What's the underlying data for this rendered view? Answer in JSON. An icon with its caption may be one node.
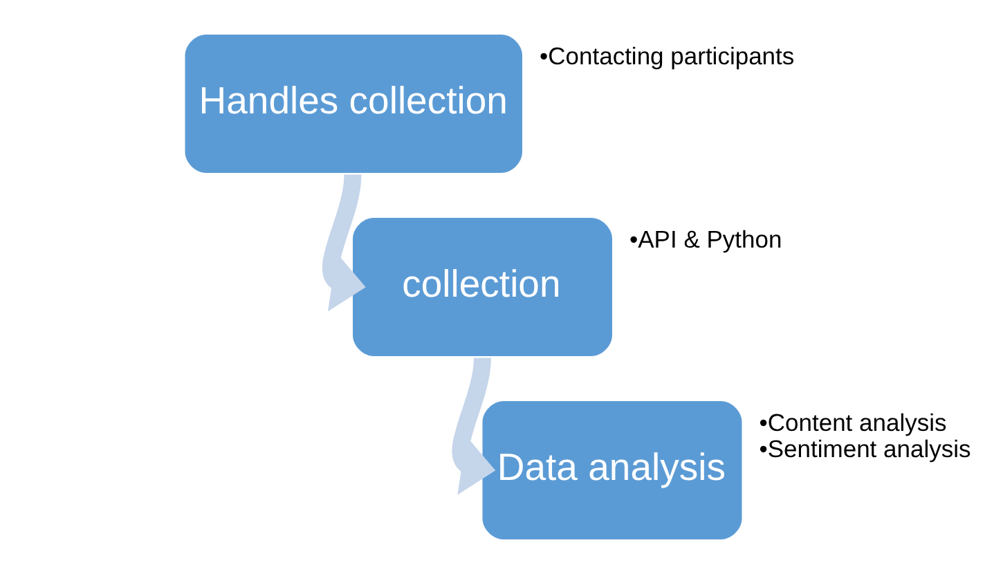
{
  "diagram": {
    "nodes": [
      {
        "text": [
          "Handles collection"
        ],
        "beside": [
          "•Contacting participants"
        ]
      },
      {
        "text": [
          "collection"
        ],
        "beside": [
          "•API & Python"
        ]
      },
      {
        "text": [
          "Data analysis"
        ],
        "beside": [
          "•Content analysis",
          "•Sentiment analysis"
        ]
      }
    ],
    "edges": [
      {
        "from": 0,
        "to": 1,
        "arrow": "to",
        "color": "#c5d5ea"
      },
      {
        "from": 1,
        "to": 2,
        "arrow": "to",
        "color": "#c5d5ea"
      }
    ]
  }
}
